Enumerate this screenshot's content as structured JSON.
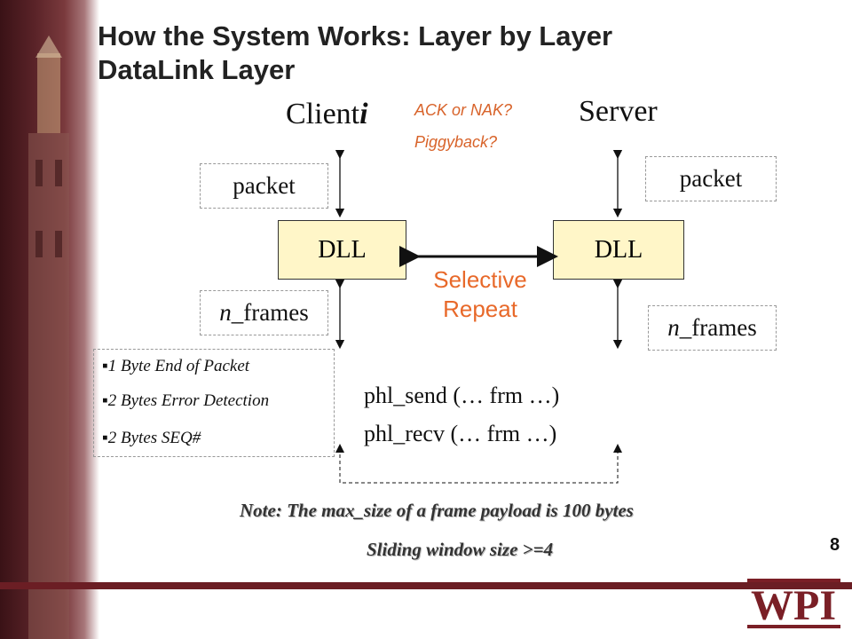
{
  "title": {
    "line1": "How the System Works: Layer by Layer",
    "line2": "DataLink Layer"
  },
  "client": {
    "label": "Client",
    "suffix": "i"
  },
  "server": {
    "label": "Server"
  },
  "questions": {
    "line1": "ACK or NAK?",
    "line2": "Piggyback?"
  },
  "left_packet": "packet",
  "right_packet": "packet",
  "left_dll": "DLL",
  "right_dll": "DLL",
  "protocol": {
    "line1": "Selective",
    "line2": "Repeat"
  },
  "left_frames": {
    "n": "n",
    "rest": "_frames"
  },
  "right_frames": {
    "n": "n",
    "rest": "_frames"
  },
  "frame_fields": [
    "1 Byte End of Packet",
    "2 Bytes Error Detection",
    "2 Bytes SEQ#"
  ],
  "phl_send": "phl_send (… frm …)",
  "phl_recv": "phl_recv (… frm …)",
  "note": "Note: The max_size of a frame payload is 100 bytes",
  "window_note": "Sliding window size >=4",
  "page_number": "8",
  "logo_text": "WPI",
  "colors": {
    "accent": "#e8692a",
    "dll_fill": "#fff6c8",
    "brand": "#7a1f26"
  }
}
